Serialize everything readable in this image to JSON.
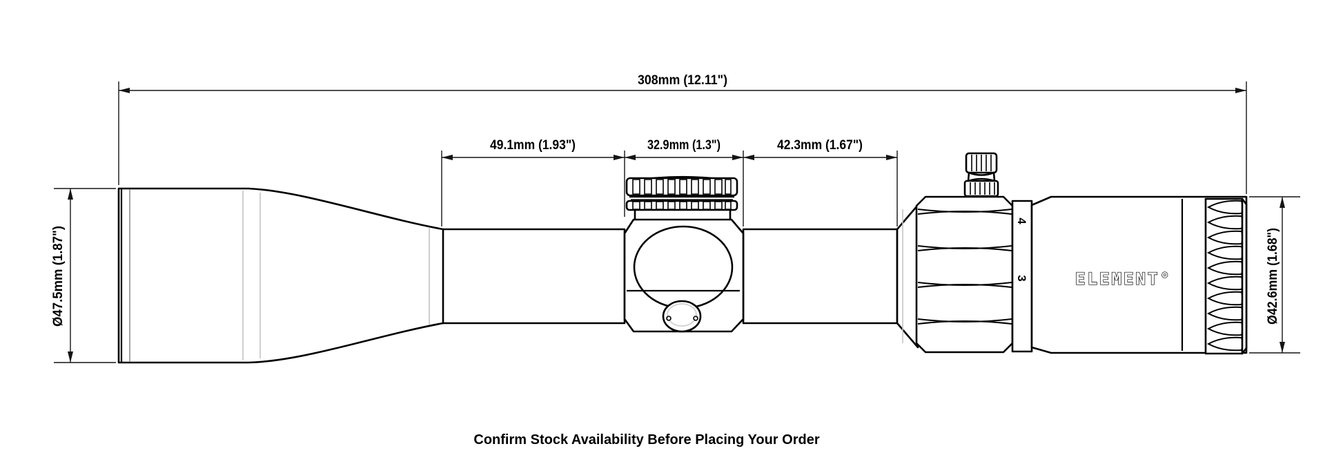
{
  "title": "Riflescope dimensional drawing",
  "dimensions": {
    "overall_length": "308mm  (12.11\")",
    "front_tube_length": "49.1mm  (1.93\")",
    "saddle_length": "32.9mm  (1.3\")",
    "rear_tube_length": "42.3mm  (1.67\")",
    "objective_diameter": "Ø47.5mm  (1.87\")",
    "eyepiece_diameter": "Ø42.6mm  (1.68\")"
  },
  "scope": {
    "brand": "ELEMENT°",
    "magnification_marks": [
      "4",
      "3"
    ]
  },
  "footer": {
    "note": "Confirm Stock Availability Before Placing Your Order"
  },
  "colors": {
    "line": "#000000",
    "light_line": "#c3c3c3",
    "dimension_line": "#141414",
    "background": "#ffffff"
  }
}
